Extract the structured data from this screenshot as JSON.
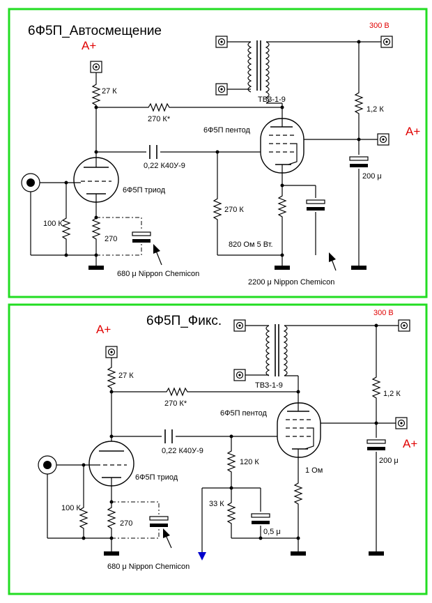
{
  "panels": [
    {
      "title": "6Ф5П_Автосмещение",
      "supply": "300 В",
      "a_plus_left": "А+",
      "a_plus_right": "А+",
      "labels": {
        "r27k": "27 К",
        "r270k_fb": "270 К*",
        "transformer": "ТВЗ-1-9",
        "pentode": "6Ф5П пентод",
        "cap_coupling": "0,22 К40У-9",
        "triode": "6Ф5П триод",
        "r12k": "1,2 К",
        "c200": "200 μ",
        "r270k_grid": "270 К",
        "r100k": "100 К",
        "r270": "270",
        "r820": "820 Ом 5 Вт.",
        "c680": "680 μ Nippon Chemicon",
        "c2200": "2200 μ  Nippon Chemicon"
      }
    },
    {
      "title": "6Ф5П_Фикс.",
      "supply": "300 В",
      "a_plus_left": "А+",
      "a_plus_right": "А+",
      "labels": {
        "r27k": "27 К",
        "r270k_fb": "270 К*",
        "transformer": "ТВЗ-1-9",
        "pentode": "6Ф5П пентод",
        "cap_coupling": "0,22 К40У-9",
        "triode": "6Ф5П триод",
        "r12k": "1,2 К",
        "c200": "200 μ",
        "r120k": "120 К",
        "r1": "1 Ом",
        "r33k": "33 К",
        "c05": "0,5 μ",
        "r100k": "100 К",
        "r270": "270",
        "c680": "680 μ Nippon Chemicon"
      }
    }
  ]
}
